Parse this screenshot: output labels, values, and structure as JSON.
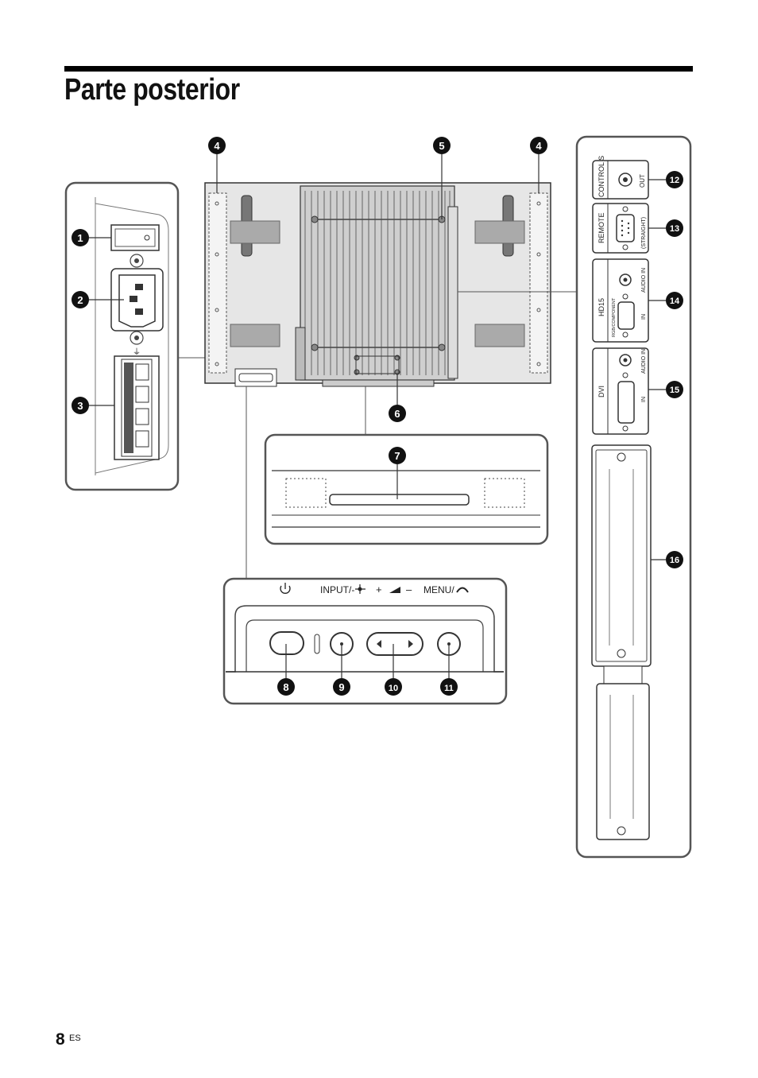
{
  "title": "Parte posterior",
  "page": {
    "number": "8",
    "lang": "ES"
  },
  "callouts": {
    "c1": "1",
    "c2": "2",
    "c3": "3",
    "c4a": "4",
    "c4b": "4",
    "c5": "5",
    "c6": "6",
    "c7": "7",
    "c8": "8",
    "c9": "9",
    "c10": "10",
    "c11": "11",
    "c12": "12",
    "c13": "13",
    "c14": "14",
    "c15": "15",
    "c16": "16"
  },
  "button_panel": {
    "input_label": "INPUT/-",
    "vol_plus": "+",
    "vol_minus": "–",
    "menu_label": "MENU/"
  },
  "connectors": {
    "control_s": "CONTROL S",
    "out": "OUT",
    "remote": "REMOTE",
    "straight": "(STRAIGHT)",
    "hd15": "HD15",
    "rgb_component": "RGB/COMPONENT",
    "audio_in_1": "AUDIO IN",
    "in_1": "IN",
    "dvi": "DVI",
    "audio_in_2": "AUDIO IN",
    "in_2": "IN"
  },
  "icons": [
    "power-icon",
    "joystick-icon",
    "volume-ramp-icon",
    "return-icon",
    "ac-inlet-icon",
    "power-switch-icon"
  ]
}
